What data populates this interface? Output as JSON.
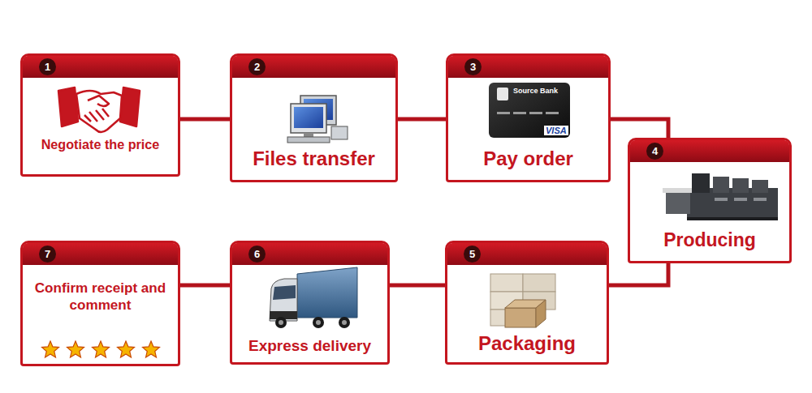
{
  "diagram": {
    "nodes": [
      {
        "text": [
          "1",
          "Negotiate the price"
        ]
      },
      {
        "text": [
          "2",
          "Files transfer"
        ]
      },
      {
        "text": [
          "3",
          "Pay order"
        ]
      },
      {
        "text": [
          "4",
          "Producing"
        ]
      },
      {
        "text": [
          "5",
          "Packaging"
        ]
      },
      {
        "text": [
          "6",
          "Express delivery"
        ]
      },
      {
        "text": [
          "7",
          "Confirm receipt and comment"
        ]
      }
    ],
    "edges": [
      {
        "from": 0,
        "to": 1,
        "arrow": "none"
      },
      {
        "from": 1,
        "to": 2,
        "arrow": "none"
      },
      {
        "from": 2,
        "to": 3,
        "arrow": "none"
      },
      {
        "from": 3,
        "to": 4,
        "arrow": "none"
      },
      {
        "from": 4,
        "to": 5,
        "arrow": "none"
      },
      {
        "from": 5,
        "to": 6,
        "arrow": "none"
      }
    ],
    "labels": [
      "Source Bank",
      "VISA"
    ]
  }
}
